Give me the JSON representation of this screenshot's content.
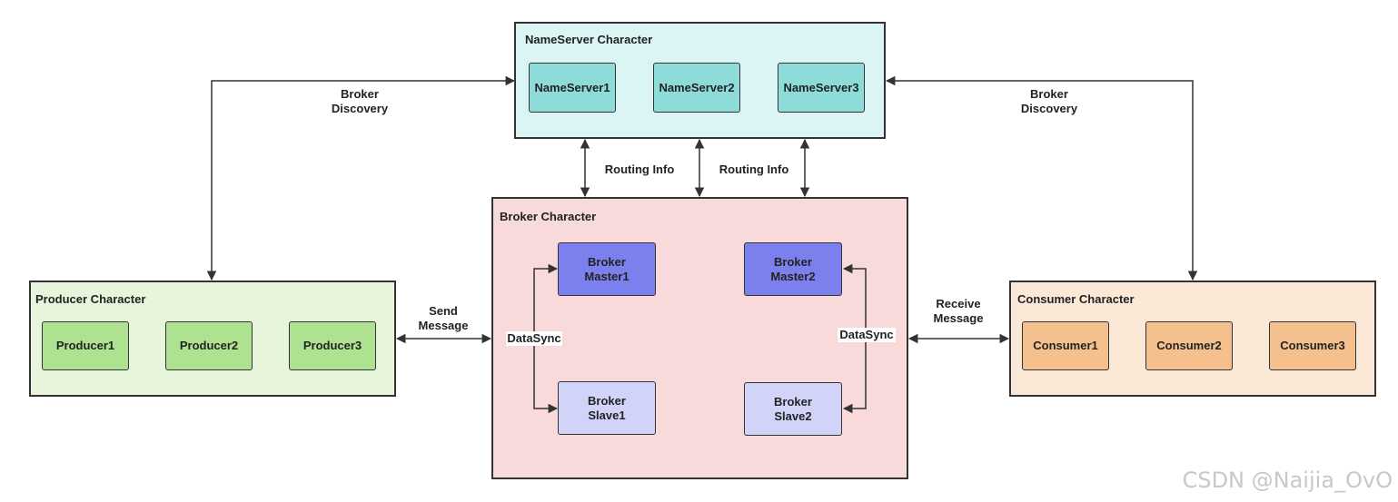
{
  "colors": {
    "nameserver_group": "#dbf4f4",
    "nameserver_node": "#8ddcd9",
    "broker_group": "#f8dada",
    "broker_master": "#7b80ed",
    "broker_slave": "#d1d3f8",
    "producer_group": "#e6f5dc",
    "producer_node": "#aee290",
    "consumer_group": "#fbe8d7",
    "consumer_node": "#f4c08e",
    "line": "#333333"
  },
  "nameserver": {
    "title": "NameServer Character",
    "nodes": [
      "NameServer1",
      "NameServer2",
      "NameServer3"
    ]
  },
  "broker": {
    "title": "Broker Character",
    "master1": "Broker\nMaster1",
    "master2": "Broker\nMaster2",
    "slave1": "Broker\nSlave1",
    "slave2": "Broker\nSlave2",
    "sync_label": "DataSync"
  },
  "producer": {
    "title": "Producer Character",
    "nodes": [
      "Producer1",
      "Producer2",
      "Producer3"
    ]
  },
  "consumer": {
    "title": "Consumer Character",
    "nodes": [
      "Consumer1",
      "Consumer2",
      "Consumer3"
    ]
  },
  "edges": {
    "broker_discovery": "Broker\nDiscovery",
    "routing_info": "Routing Info",
    "send_message": "Send\nMessage",
    "receive_message": "Receive\nMessage"
  },
  "watermark": "CSDN @Naijia_OvO"
}
